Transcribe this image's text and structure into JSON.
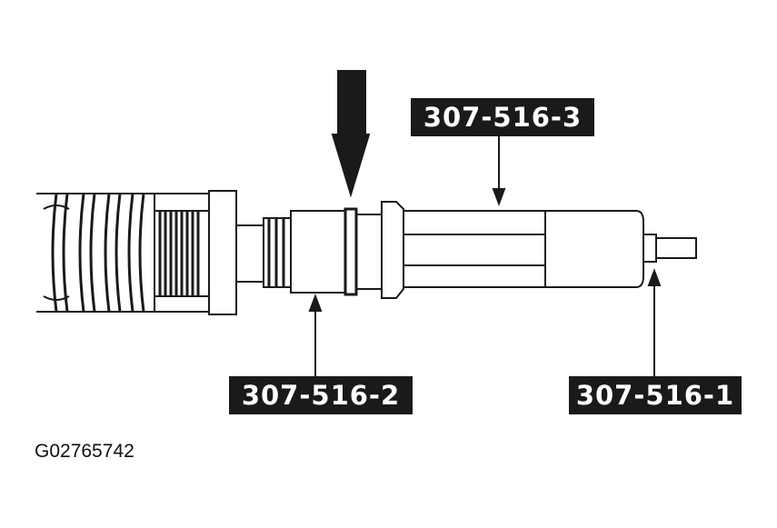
{
  "labels": {
    "tool_3": "307-516-3",
    "tool_2": "307-516-2",
    "tool_1": "307-516-1"
  },
  "figure_id": "G02765742",
  "colors": {
    "ink": "#1a1a1a",
    "background": "#ffffff"
  }
}
